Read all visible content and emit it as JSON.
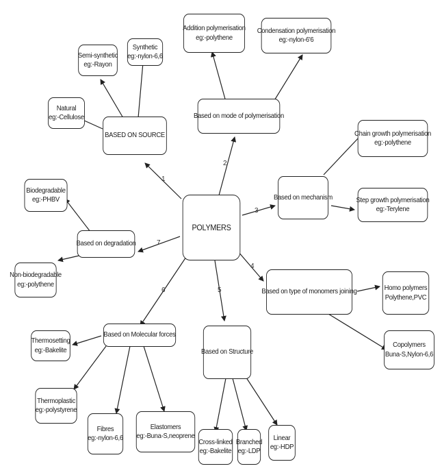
{
  "diagram": {
    "center": "POLYMERS",
    "categories": {
      "source": "BASED ON SOURCE",
      "mode": "Based on mode of polymerisation",
      "mechanism": "Based on mechanism",
      "monomers": "Based on type of monomers joining",
      "structure": "Based on Structure",
      "forces": "Based on Molecular forces",
      "degradation": "Based on degradation"
    },
    "edge_numbers": {
      "source": "1",
      "mode": "2",
      "mechanism": "3",
      "monomers": "4",
      "structure": "5",
      "forces": "6",
      "degradation": "7"
    },
    "leaves": {
      "natural": [
        "Natural",
        "eg:-Cellulose"
      ],
      "semi_synthetic": [
        "Semi-synthetic",
        "eg:-Rayon"
      ],
      "synthetic": [
        "Synthetic",
        "eg:-nylon-6,6"
      ],
      "addition": [
        "Addition polymerisation",
        "eg:-polythene"
      ],
      "condensation": [
        "Condensation polymerisation",
        "eg:-nylon-6'6"
      ],
      "chain_growth": [
        "Chain growth polymerisation",
        "eg:-polythene"
      ],
      "step_growth": [
        "Step growth polymerisation",
        "eg:-Terylene"
      ],
      "homo": [
        "Homo polymers",
        "Polythene,PVC"
      ],
      "copolymers": [
        "Copolymers",
        "Buna-S,Nylon-6,6"
      ],
      "biodegradable": [
        "Biodegradable",
        "eg:-PHBV"
      ],
      "non_biodegradable": [
        "Non-biodegradable",
        "eg:-polythene"
      ],
      "thermosetting": [
        "Thermosetting",
        "eg:-Bakelite"
      ],
      "thermoplastic": [
        "Thermoplastic",
        "eg:-polystyrene"
      ],
      "fibres": [
        "Fibres",
        "eg:-nylon-6,6"
      ],
      "elastomers": [
        "Elastomers",
        "eg:-Buna-S,neoprene"
      ],
      "cross_linked": [
        "Cross-linked",
        "eg:-Bakelite"
      ],
      "branched": [
        "Branched",
        "eg:-LDP"
      ],
      "linear": [
        "Linear",
        "eg:-HDP"
      ]
    }
  }
}
